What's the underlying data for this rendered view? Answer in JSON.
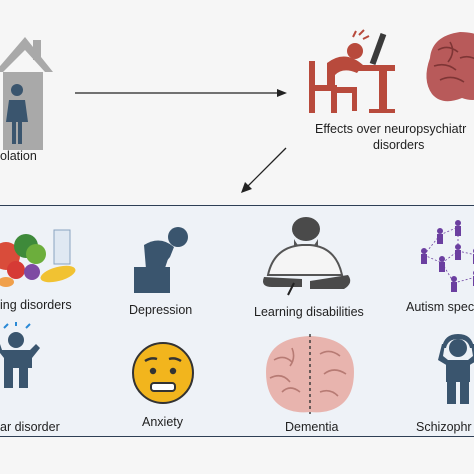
{
  "top": {
    "left_label": "olation",
    "right_label_line1": "Effects over neuropsychiatr",
    "right_label_line2": "disorders"
  },
  "disorders": {
    "eating": "ing disorders",
    "depression": "Depression",
    "learning": "Learning disabilities",
    "autism": "Autism spec",
    "bipolar": "ar disorder",
    "anxiety": "Anxiety",
    "dementia": "Dementia",
    "schizophrenia": "Schizophr"
  },
  "colors": {
    "house": "#a9a9a9",
    "figure": "#3a556e",
    "desk": "#b84a3c",
    "brain": "#b85a5a",
    "purple": "#6b3fa0",
    "emoji": "#f2b51d"
  }
}
